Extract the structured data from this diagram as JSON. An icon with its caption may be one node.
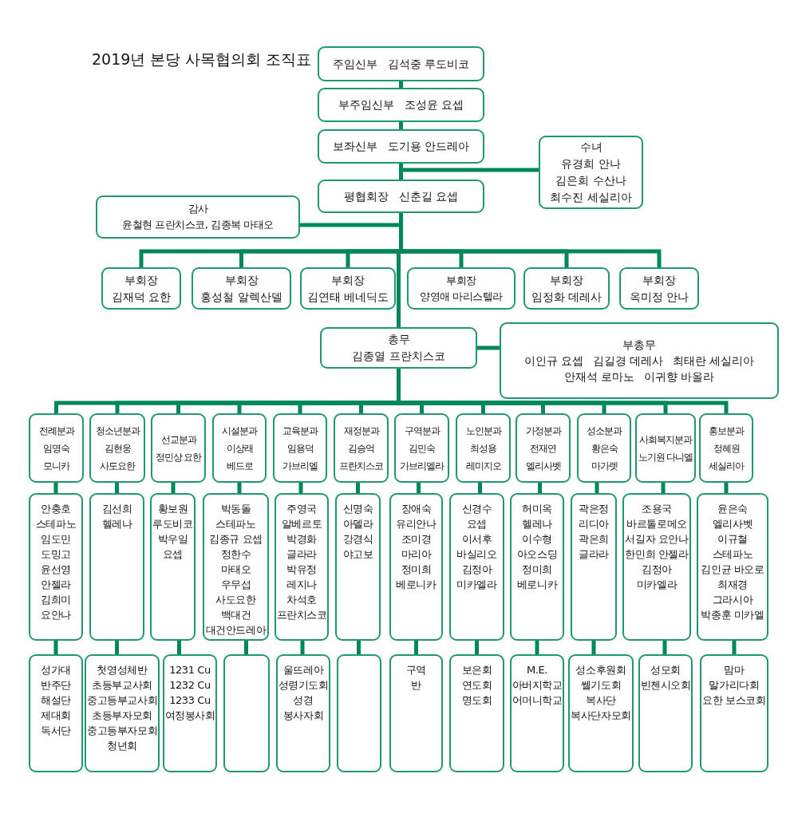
{
  "diagram": {
    "title": "2019년 본당 사목협의회 조직표",
    "nodes": [
      {
        "text": [
          "주임신부   김석중 루도비코"
        ]
      },
      {
        "text": [
          "부주임신부   조성윤 요셉"
        ]
      },
      {
        "text": [
          "보좌신부   도기용 안드레아"
        ]
      },
      {
        "text": [
          "수녀",
          "유경희 안나",
          "김은희 수산나",
          "최수진 세실리아"
        ]
      },
      {
        "text": [
          "평협회장   신춘길 요셉"
        ]
      },
      {
        "text": [
          "감사",
          "윤철현 프란치스코, 김종복 마태오"
        ]
      },
      {
        "text": [
          "부회장",
          "김재덕 요한"
        ]
      },
      {
        "text": [
          "부회장",
          "홍성철 알렉산델"
        ]
      },
      {
        "text": [
          "부회장",
          "김연태 베네딕도"
        ]
      },
      {
        "text": [
          "부회장",
          "양영애 마리스텔라"
        ]
      },
      {
        "text": [
          "부회장",
          "임정화 데레사"
        ]
      },
      {
        "text": [
          "부회장",
          "옥미정 안나"
        ]
      },
      {
        "text": [
          "총무",
          "김종열 프란치스코"
        ]
      },
      {
        "text": [
          "부총무",
          "이인규 요셉",
          "김길경 데레사",
          "최태란 세실리아",
          "안재석 로마노",
          "이귀향 바올라"
        ]
      },
      {
        "text": [
          "전례분과",
          "임명숙 모니카"
        ]
      },
      {
        "text": [
          "청소년분과",
          "김현웅 사도요한"
        ]
      },
      {
        "text": [
          "선교분과",
          "정민상 요한"
        ]
      },
      {
        "text": [
          "시설분과",
          "이상래 베드로"
        ]
      },
      {
        "text": [
          "교육분과",
          "임용덕 가브리엘"
        ]
      },
      {
        "text": [
          "재정분과",
          "김승억 프란치스코"
        ]
      },
      {
        "text": [
          "구역분과",
          "김민숙 가브리엘라"
        ]
      },
      {
        "text": [
          "노인분과",
          "최성용 레미지오"
        ]
      },
      {
        "text": [
          "가정분과",
          "전재연 엘리사벳"
        ]
      },
      {
        "text": [
          "성소분과",
          "황은숙 마가렛"
        ]
      },
      {
        "text": [
          "사회복지분과",
          "노기원 다니엘"
        ]
      },
      {
        "text": [
          "홍보분과",
          "정혜원 세실리아"
        ]
      },
      {
        "text": [
          "안충호 스테파노",
          "임도민 도밍고",
          "윤선영 안젤라",
          "김희미 요안나"
        ]
      },
      {
        "text": [
          "김선희 헬레나"
        ]
      },
      {
        "text": [
          "황보원 루도비코",
          "박우일 요셉"
        ]
      },
      {
        "text": [
          "박동돌 스테파노",
          "김종규 요셉",
          "정한수 마태오",
          "우무섭 사도요한",
          "백대건 대건안드레아"
        ]
      },
      {
        "text": [
          "주영국 알베르토",
          "박경화 글라라",
          "박유정 레지나",
          "차석호 프란치스코"
        ]
      },
      {
        "text": [
          "신명숙 아델라",
          "강경식 야고보"
        ]
      },
      {
        "text": [
          "장애숙 유리안나",
          "조미경 마리아",
          "정미희 베로니카"
        ]
      },
      {
        "text": [
          "신경수 요셉",
          "이서후 바실리오",
          "김정아 미카엘라"
        ]
      },
      {
        "text": [
          "허미옥 헬레나",
          "이수형 아오스딩",
          "정미희 베로니카"
        ]
      },
      {
        "text": [
          "곽은정 리디아",
          "곽은희 글라라"
        ]
      },
      {
        "text": [
          "조용국 바르톨로메오",
          "서길자 요안나",
          "한민희 안젤라",
          "김정아 미카엘라"
        ]
      },
      {
        "text": [
          "윤은숙 엘리사벳",
          "이규철 스테파노",
          "김인균 바오로",
          "최재경 그라시아",
          "박종훈 미카엘"
        ]
      },
      {
        "text": [
          "성가대",
          "반주단",
          "해설단",
          "제대회",
          "독서단"
        ]
      },
      {
        "text": [
          "첫영성체반",
          "초등부교사회",
          "중고등부교사회",
          "초등부자모회",
          "중고등부자모회",
          "청년회"
        ]
      },
      {
        "text": [
          "1231 Cu",
          "1232 Cu",
          "1233 Cu",
          "여정봉사회"
        ]
      },
      {
        "text": [],
        "shape": "box"
      },
      {
        "text": [
          "울뜨레아",
          "성령기도회",
          "성경",
          "봉사자회"
        ]
      },
      {
        "text": [],
        "shape": "box"
      },
      {
        "text": [
          "구역",
          "반"
        ]
      },
      {
        "text": [
          "보은회",
          "연도회",
          "명도회"
        ]
      },
      {
        "text": [
          "M.E.",
          "아버지학교",
          "어머니학교"
        ]
      },
      {
        "text": [
          "성소후원회",
          "쎌기도회",
          "복사단",
          "복사단자모회"
        ]
      },
      {
        "text": [
          "성모회",
          "빈첸시오회"
        ]
      },
      {
        "text": [
          "맘마 말가리다회",
          "요한 보스코회"
        ]
      }
    ],
    "edges": [
      {
        "from": 0,
        "to": 1,
        "arrow": "none"
      },
      {
        "from": 1,
        "to": 2,
        "arrow": "none"
      },
      {
        "from": 2,
        "to": 3,
        "arrow": "none"
      },
      {
        "from": 2,
        "to": 4,
        "arrow": "none"
      },
      {
        "from": 4,
        "to": 5,
        "arrow": "none"
      },
      {
        "from": 4,
        "to": 6,
        "arrow": "none"
      },
      {
        "from": 4,
        "to": 7,
        "arrow": "none"
      },
      {
        "from": 4,
        "to": 8,
        "arrow": "none"
      },
      {
        "from": 4,
        "to": 9,
        "arrow": "none"
      },
      {
        "from": 4,
        "to": 10,
        "arrow": "none"
      },
      {
        "from": 4,
        "to": 11,
        "arrow": "none"
      },
      {
        "from": 4,
        "to": 12,
        "arrow": "none"
      },
      {
        "from": 12,
        "to": 13,
        "arrow": "none"
      },
      {
        "from": 12,
        "to": 14,
        "arrow": "none"
      },
      {
        "from": 12,
        "to": 15,
        "arrow": "none"
      },
      {
        "from": 12,
        "to": 16,
        "arrow": "none"
      },
      {
        "from": 12,
        "to": 17,
        "arrow": "none"
      },
      {
        "from": 12,
        "to": 18,
        "arrow": "none"
      },
      {
        "from": 12,
        "to": 19,
        "arrow": "none"
      },
      {
        "from": 12,
        "to": 20,
        "arrow": "none"
      },
      {
        "from": 12,
        "to": 21,
        "arrow": "none"
      },
      {
        "from": 12,
        "to": 22,
        "arrow": "none"
      },
      {
        "from": 12,
        "to": 23,
        "arrow": "none"
      },
      {
        "from": 12,
        "to": 24,
        "arrow": "none"
      },
      {
        "from": 12,
        "to": 25,
        "arrow": "none"
      },
      {
        "from": 14,
        "to": 26,
        "arrow": "none"
      },
      {
        "from": 15,
        "to": 27,
        "arrow": "none"
      },
      {
        "from": 16,
        "to": 28,
        "arrow": "none"
      },
      {
        "from": 17,
        "to": 29,
        "arrow": "none"
      },
      {
        "from": 18,
        "to": 30,
        "arrow": "none"
      },
      {
        "from": 19,
        "to": 31,
        "arrow": "none"
      },
      {
        "from": 20,
        "to": 32,
        "arrow": "none"
      },
      {
        "from": 21,
        "to": 33,
        "arrow": "none"
      },
      {
        "from": 22,
        "to": 34,
        "arrow": "none"
      },
      {
        "from": 23,
        "to": 35,
        "arrow": "none"
      },
      {
        "from": 24,
        "to": 36,
        "arrow": "none"
      },
      {
        "from": 25,
        "to": 37,
        "arrow": "none"
      },
      {
        "from": 26,
        "to": 38,
        "arrow": "none"
      },
      {
        "from": 27,
        "to": 39,
        "arrow": "none"
      },
      {
        "from": 28,
        "to": 40,
        "arrow": "none"
      },
      {
        "from": 29,
        "to": 41,
        "arrow": "none"
      },
      {
        "from": 30,
        "to": 42,
        "arrow": "none"
      },
      {
        "from": 31,
        "to": 43,
        "arrow": "none"
      },
      {
        "from": 32,
        "to": 44,
        "arrow": "none"
      },
      {
        "from": 33,
        "to": 45,
        "arrow": "none"
      },
      {
        "from": 34,
        "to": 46,
        "arrow": "none"
      },
      {
        "from": 35,
        "to": 47,
        "arrow": "none"
      },
      {
        "from": 36,
        "to": 48,
        "arrow": "none"
      },
      {
        "from": 37,
        "to": 49,
        "arrow": "none"
      }
    ]
  }
}
